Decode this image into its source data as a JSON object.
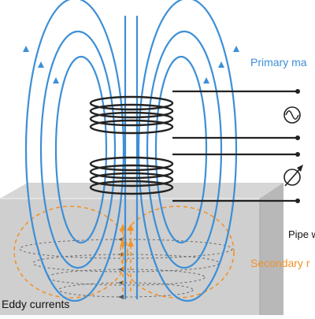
{
  "labels": {
    "primary": "Primary ma",
    "pipe": "Pipe w",
    "secondary": "Secondary r",
    "eddy": "Eddy currents"
  },
  "colors": {
    "primary_field": "#3d8fd6",
    "secondary_field": "#f0932b",
    "coil": "#222222",
    "pipe_top": "#d8d8d8",
    "pipe_front": "#c8c8c8",
    "pipe_side": "#b4b4b4",
    "eddy": "#6a6a6a"
  },
  "icons": {
    "ac_source": "sine-wave-icon",
    "meter": "variable-meter-icon"
  }
}
